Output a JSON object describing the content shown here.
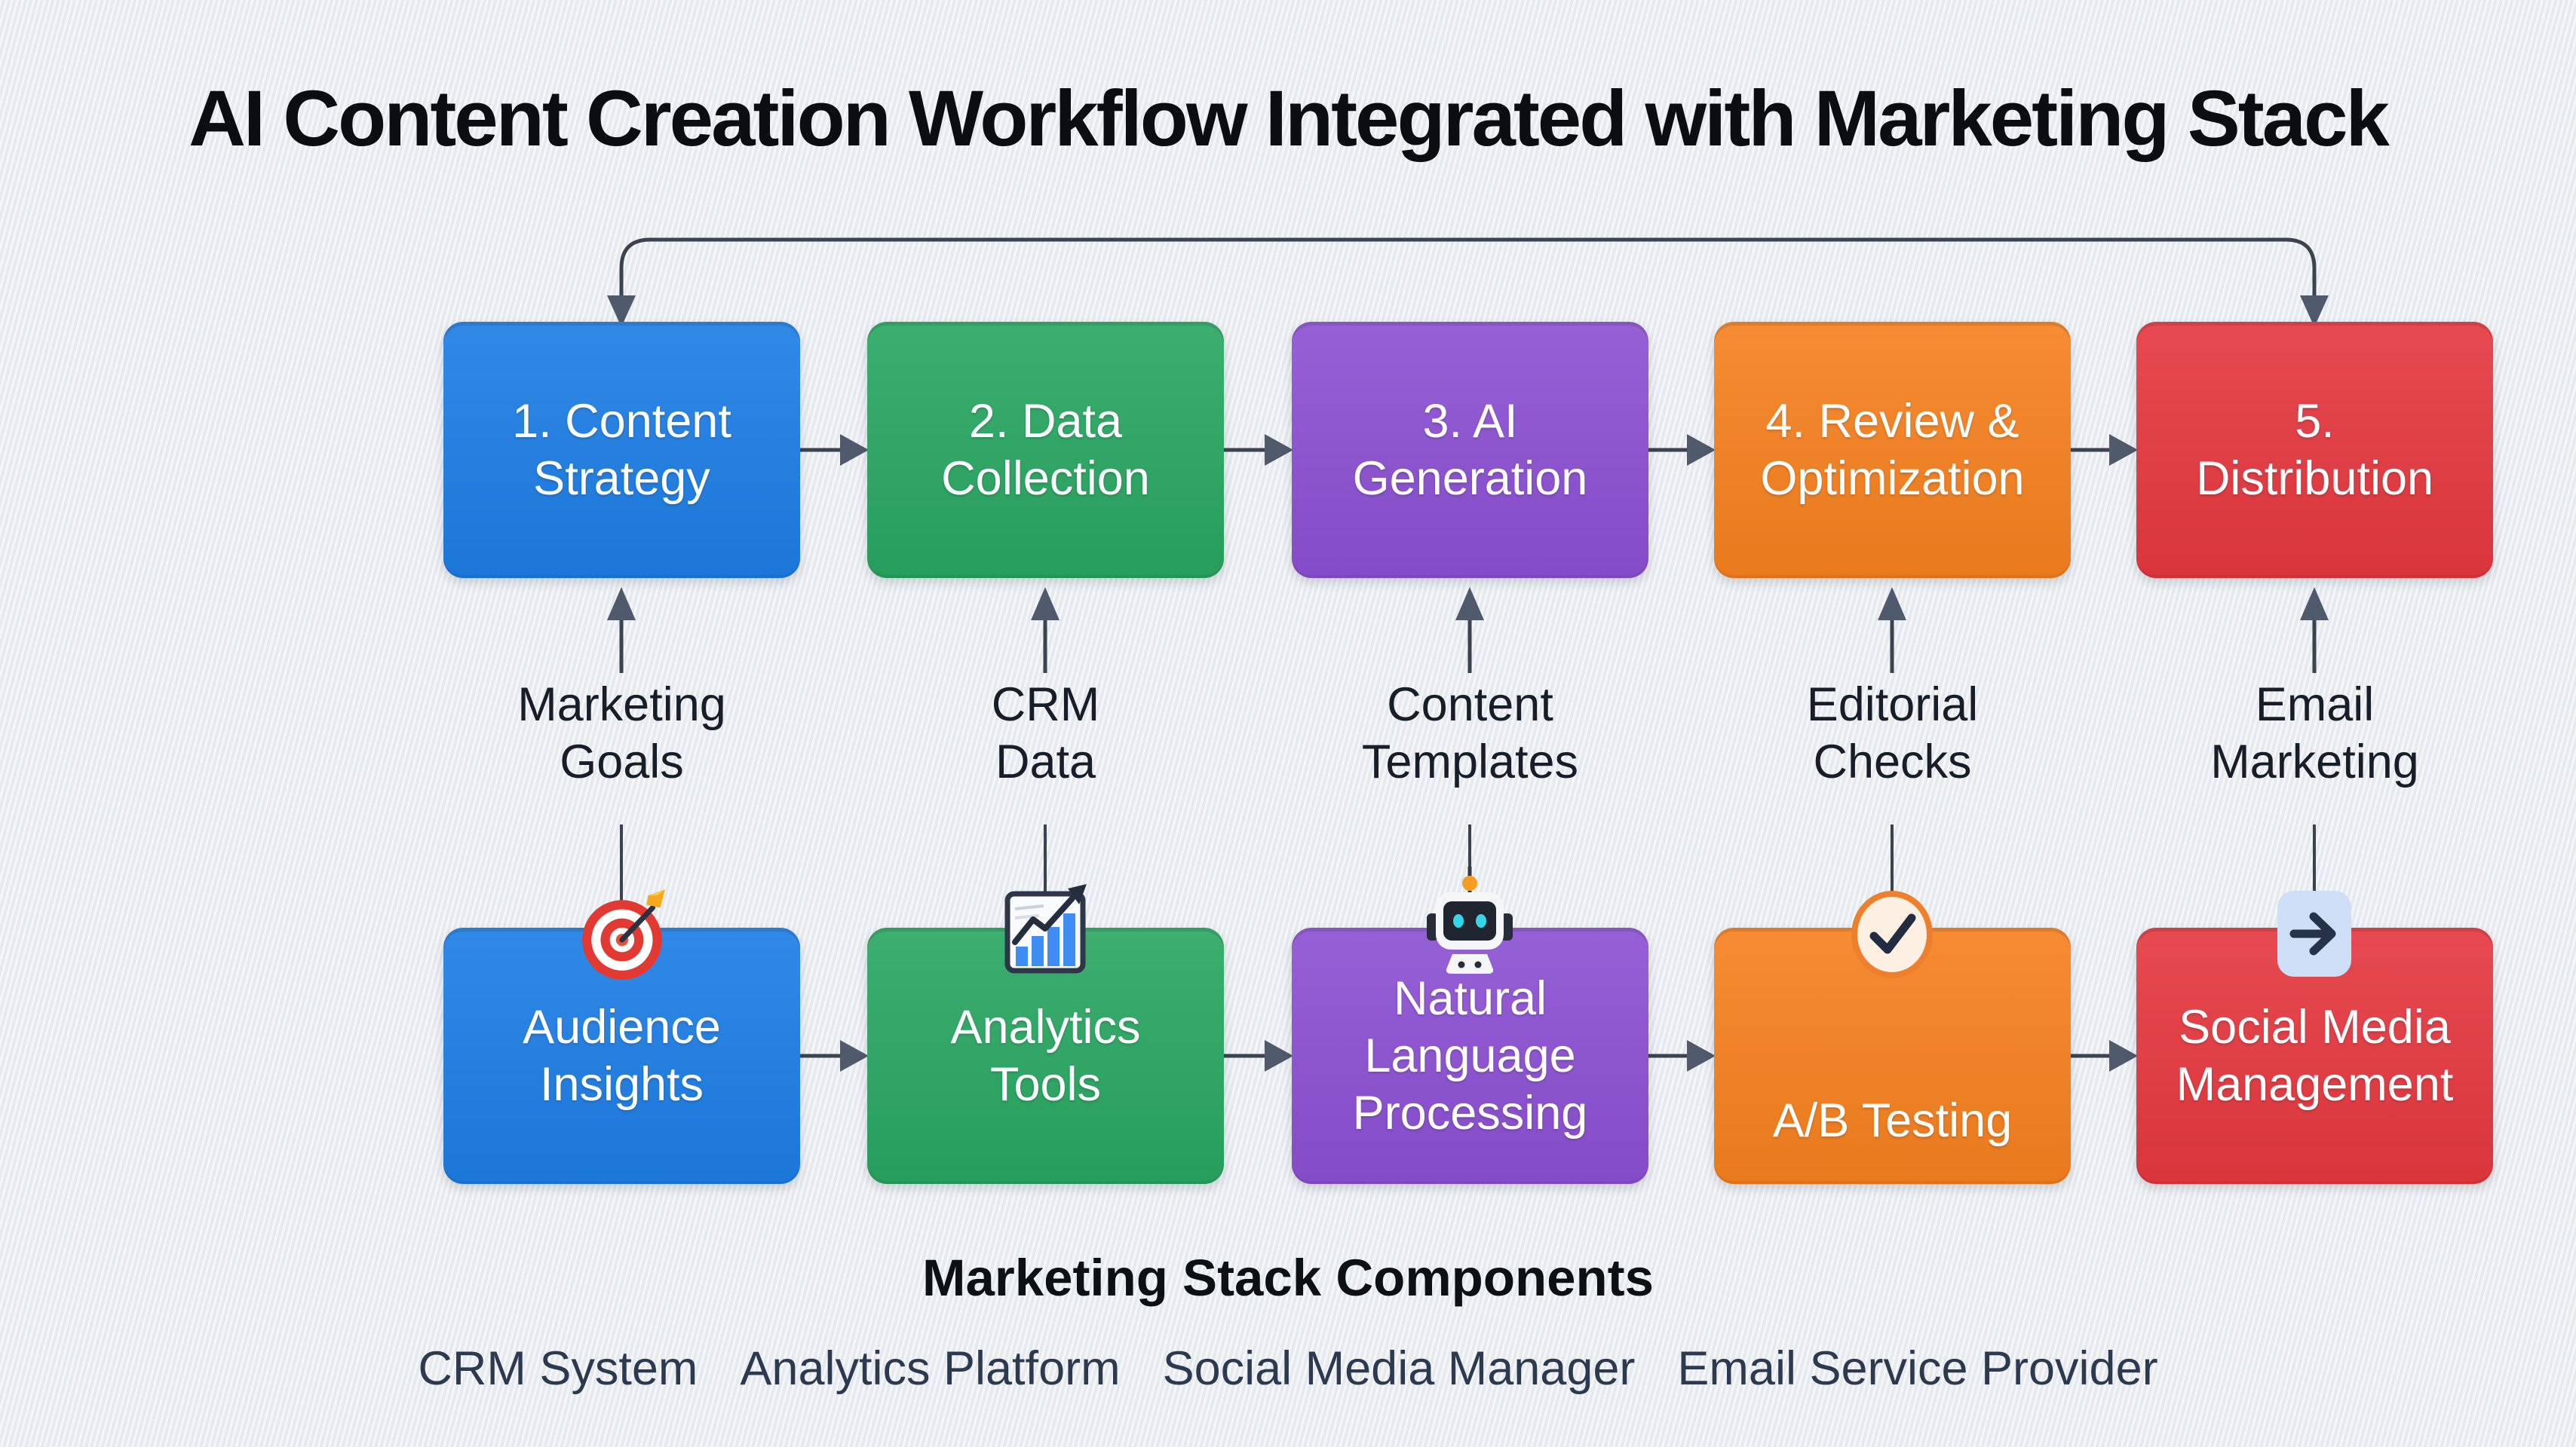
{
  "title": "AI Content Creation Workflow Integrated with Marketing Stack",
  "workflow_steps": [
    {
      "label": "1. Content\nStrategy",
      "color": "#1d7de4"
    },
    {
      "label": "2. Data\nCollection",
      "color": "#29a661"
    },
    {
      "label": "3. AI\nGeneration",
      "color": "#8b50d2"
    },
    {
      "label": "4. Review &\nOptimization",
      "color": "#f5801f"
    },
    {
      "label": "5.\nDistribution",
      "color": "#e4383f"
    }
  ],
  "integrations": [
    {
      "label": "Marketing\nGoals"
    },
    {
      "label": "CRM\nData"
    },
    {
      "label": "Content\nTemplates"
    },
    {
      "label": "Editorial\nChecks"
    },
    {
      "label": "Email\nMarketing"
    }
  ],
  "marketing_tools": [
    {
      "label": "Audience\nInsights",
      "icon": "target-icon",
      "color": "#1d7de4"
    },
    {
      "label": "Analytics\nTools",
      "icon": "chart-icon",
      "color": "#29a661"
    },
    {
      "label": "Natural\nLanguage\nProcessing",
      "icon": "robot-icon",
      "color": "#8b50d2"
    },
    {
      "label": "A/B Testing",
      "icon": "check-icon",
      "color": "#f5801f"
    },
    {
      "label": "Social Media\nManagement",
      "icon": "arrow-icon",
      "color": "#e4383f"
    }
  ],
  "footer": {
    "heading": "Marketing Stack Components",
    "items": [
      "CRM System",
      "Analytics Platform",
      "Social Media Manager",
      "Email Service Provider"
    ]
  },
  "colors": {
    "background": "#edeff2",
    "connector": "#3a434f",
    "arrowhead": "#4f5a6c",
    "label_text": "#171d29",
    "footer_text": "#2c3a50"
  }
}
